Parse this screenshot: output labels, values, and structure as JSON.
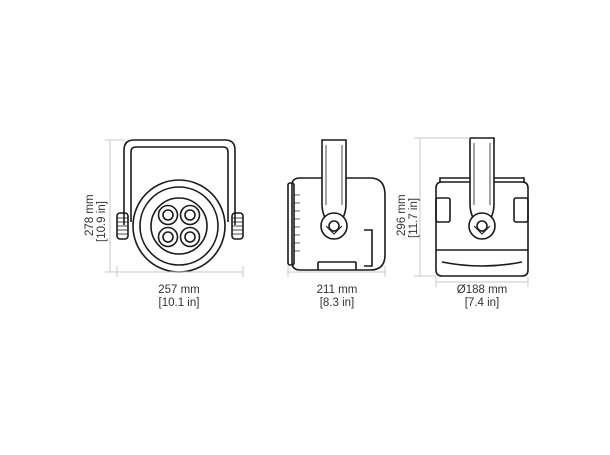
{
  "colors": {
    "outline": "#1a1a1a",
    "dimension_line": "#c8c8c8",
    "text": "#333333"
  },
  "views": {
    "front": {
      "width_mm": "257 mm",
      "width_in": "[10.1 in]",
      "height_mm": "278 mm",
      "height_in": "[10.9 in]"
    },
    "side": {
      "width_mm": "211 mm",
      "width_in": "[8.3 in]"
    },
    "rear": {
      "diameter_mm": "Ø188 mm",
      "diameter_in": "[7.4 in]",
      "height_mm": "296 mm",
      "height_in": "[11.7 in]"
    }
  }
}
